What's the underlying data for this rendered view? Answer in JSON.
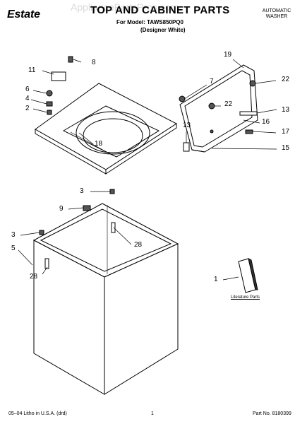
{
  "header": {
    "brand": "Estate",
    "title": "TOP AND CABINET PARTS",
    "model": "For Model: TAWS850PQ0",
    "variant": "(Designer White)",
    "appliance_type_line1": "AUTOMATIC",
    "appliance_type_line2": "WASHER",
    "watermark": "AppliancePartsPros.com"
  },
  "callouts": {
    "c1": "1",
    "c2": "2",
    "c3a": "3",
    "c3b": "3",
    "c4": "4",
    "c5": "5",
    "c6": "6",
    "c7": "7",
    "c8": "8",
    "c9": "9",
    "c11": "11",
    "c13a": "13",
    "c13b": "13",
    "c15": "15",
    "c16": "16",
    "c17": "17",
    "c18": "18",
    "c19": "19",
    "c22a": "22",
    "c22b": "22",
    "c28a": "28",
    "c28b": "28"
  },
  "literature_label": "Literature Parts",
  "footer": {
    "litho": "05–04 Litho in U.S.A. (drd)",
    "page": "1",
    "part_no": "Part No. 8180399"
  }
}
